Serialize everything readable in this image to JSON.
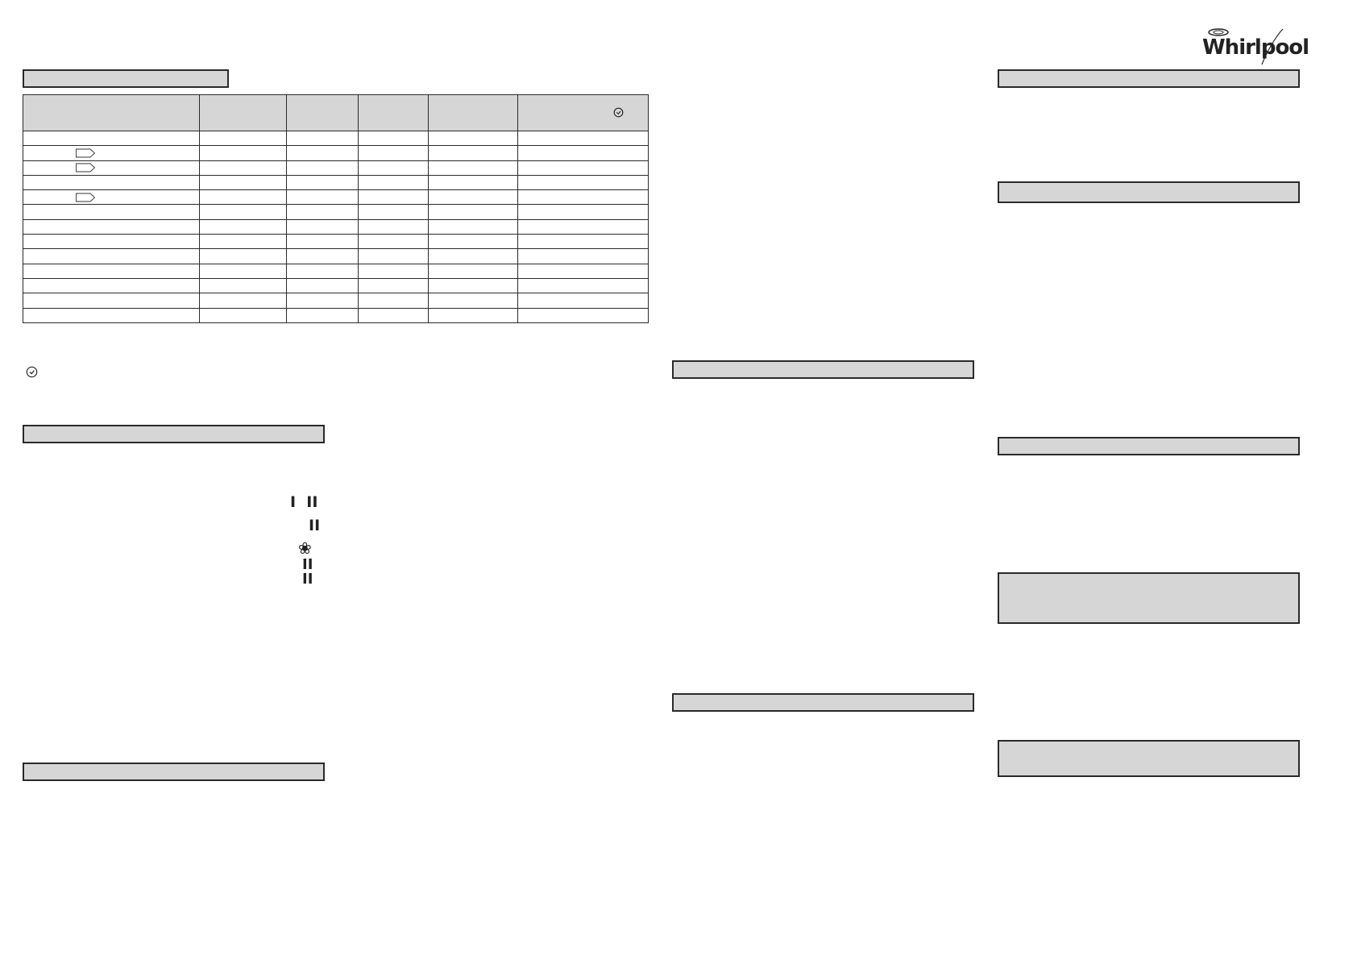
{
  "brand": {
    "logo_text": "Whirlpool"
  },
  "colors": {
    "section_bar_fill": "#d6d6d6",
    "rule": "#2a2a2a"
  },
  "program_table": {
    "columns": 6,
    "header_icons": [
      "clock-icon"
    ],
    "rows": [
      {
        "marker": ""
      },
      {
        "marker": "flag-icon"
      },
      {
        "marker": "flag-icon"
      },
      {
        "marker": ""
      },
      {
        "marker": "flag-icon"
      },
      {
        "marker": ""
      },
      {
        "marker": ""
      },
      {
        "marker": ""
      },
      {
        "marker": ""
      },
      {
        "marker": ""
      },
      {
        "marker": ""
      },
      {
        "marker": ""
      },
      {
        "marker": ""
      }
    ]
  },
  "indicator_symbols": {
    "row1": "I  II",
    "row2": "II",
    "row3": "❀",
    "row4": "II",
    "row5": "II"
  }
}
